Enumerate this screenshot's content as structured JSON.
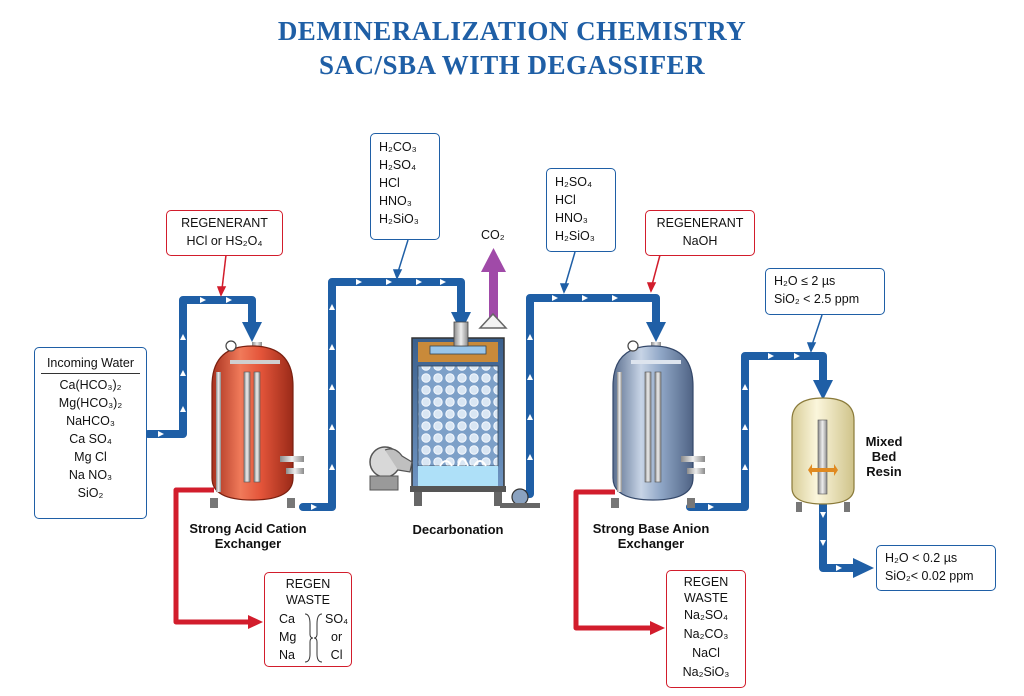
{
  "title": {
    "line1": "DEMINERALIZATION CHEMISTRY",
    "line2": "SAC/SBA WITH DEGASSIFER"
  },
  "incoming": {
    "header": "Incoming Water",
    "items": [
      "Ca(HCO₃)₂",
      "Mg(HCO₃)₂",
      "NaHCO₃",
      "Ca SO₄",
      "Mg Cl",
      "Na NO₃",
      "SiO₂"
    ]
  },
  "regenerant_cation": {
    "line1": "REGENERANT",
    "line2": "HCl  or  HS₂O₄"
  },
  "acids_1": {
    "items": [
      "H₂CO₃",
      "H₂SO₄",
      "HCl",
      "HNO₃",
      "H₂SiO₃"
    ]
  },
  "co2_label": "CO₂",
  "acids_2": {
    "items": [
      "H₂SO₄",
      "HCl",
      "HNO₃",
      "H₂SiO₃"
    ]
  },
  "regenerant_anion": {
    "line1": "REGENERANT",
    "line2": "NaOH"
  },
  "sba_spec": {
    "line1": "H₂O ≤ 2 µs",
    "line2": "SiO₂ < 2.5 ppm"
  },
  "final_spec": {
    "line1": "H₂O < 0.2 µs",
    "line2": "SiO₂< 0.02 ppm"
  },
  "waste_cation": {
    "title1": "REGEN",
    "title2": "WASTE",
    "cations": [
      "Ca",
      "Mg",
      "Na"
    ],
    "anions": [
      "SO₄",
      "or",
      "Cl"
    ]
  },
  "waste_anion": {
    "title1": "REGEN",
    "title2": "WASTE",
    "items": [
      "Na₂SO₄",
      "Na₂CO₃",
      "NaCl",
      "Na₂SiO₃"
    ]
  },
  "labels": {
    "sac_line1": "Strong Acid Cation",
    "sac_line2": "Exchanger",
    "decarb": "Decarbonation",
    "sba_line1": "Strong Base Anion",
    "sba_line2": "Exchanger",
    "mixed_line1": "Mixed",
    "mixed_line2": "Bed",
    "mixed_line3": "Resin"
  },
  "colors": {
    "pipe_blue": "#1f5fa6",
    "regen_red": "#d21d2c",
    "co2_purple": "#a04aa8",
    "sac_vessel": "#e4553a",
    "sba_vessel": "#8fa6c6",
    "mixed_bed": "#f4ecc2"
  }
}
